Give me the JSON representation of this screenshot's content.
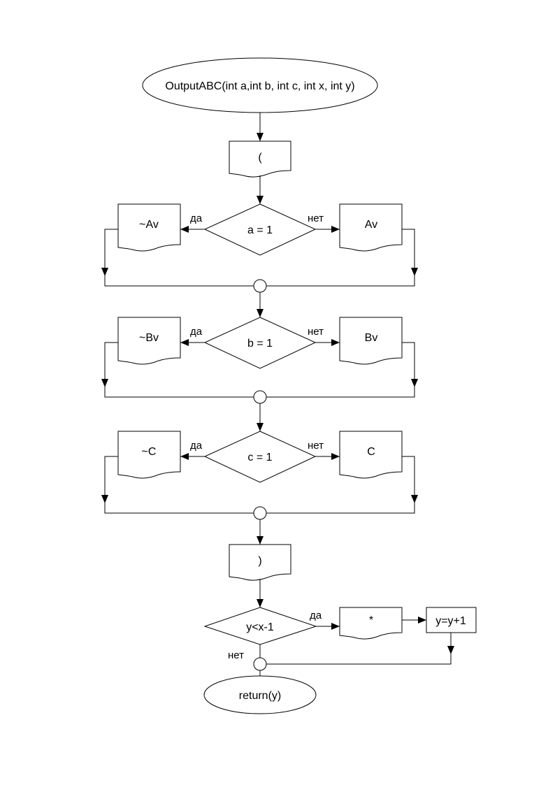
{
  "diagram": {
    "title": "OutputABC flowchart",
    "start": {
      "text": "OutputABC(int a,int b, int c, int x, int y)"
    },
    "open_paren": {
      "text": "("
    },
    "decisions": [
      {
        "condition": "a = 1",
        "yes_label": "да",
        "no_label": "нет",
        "yes_output": "~Av",
        "no_output": "Av"
      },
      {
        "condition": "b = 1",
        "yes_label": "да",
        "no_label": "нет",
        "yes_output": "~Bv",
        "no_output": "Bv"
      },
      {
        "condition": "c = 1",
        "yes_label": "да",
        "no_label": "нет",
        "yes_output": "~C",
        "no_output": "C"
      }
    ],
    "close_paren": {
      "text": ")"
    },
    "loop": {
      "condition": "y<x-1",
      "yes_label": "да",
      "no_label": "нет",
      "output": "*",
      "process": "y=y+1"
    },
    "end": {
      "text": "return(y)"
    }
  }
}
